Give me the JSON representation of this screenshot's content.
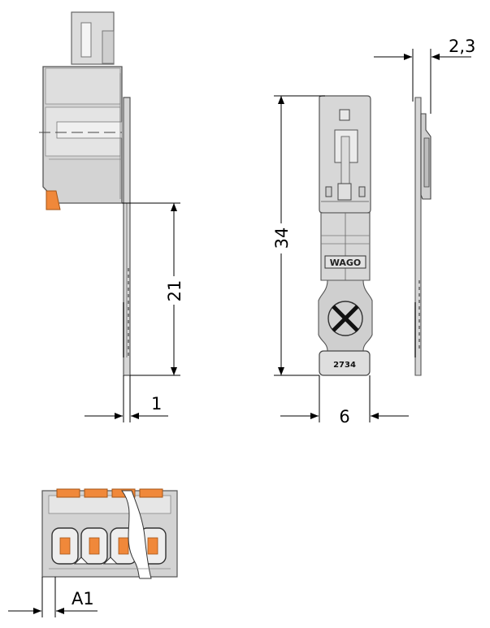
{
  "colors": {
    "housing": "#d3d3d3",
    "housing_light": "#e4e4e4",
    "outline": "#555555",
    "orange": "#f0883a",
    "line": "#000000"
  },
  "views": {
    "side": {
      "dim_height": "21",
      "dim_thickness": "1"
    },
    "front": {
      "dim_height": "34",
      "dim_width": "6",
      "logo": "WAGO",
      "part_number": "2734"
    },
    "edge": {
      "dim_thickness": "2,3"
    },
    "bottom": {
      "dim_pitch": "A1"
    }
  }
}
